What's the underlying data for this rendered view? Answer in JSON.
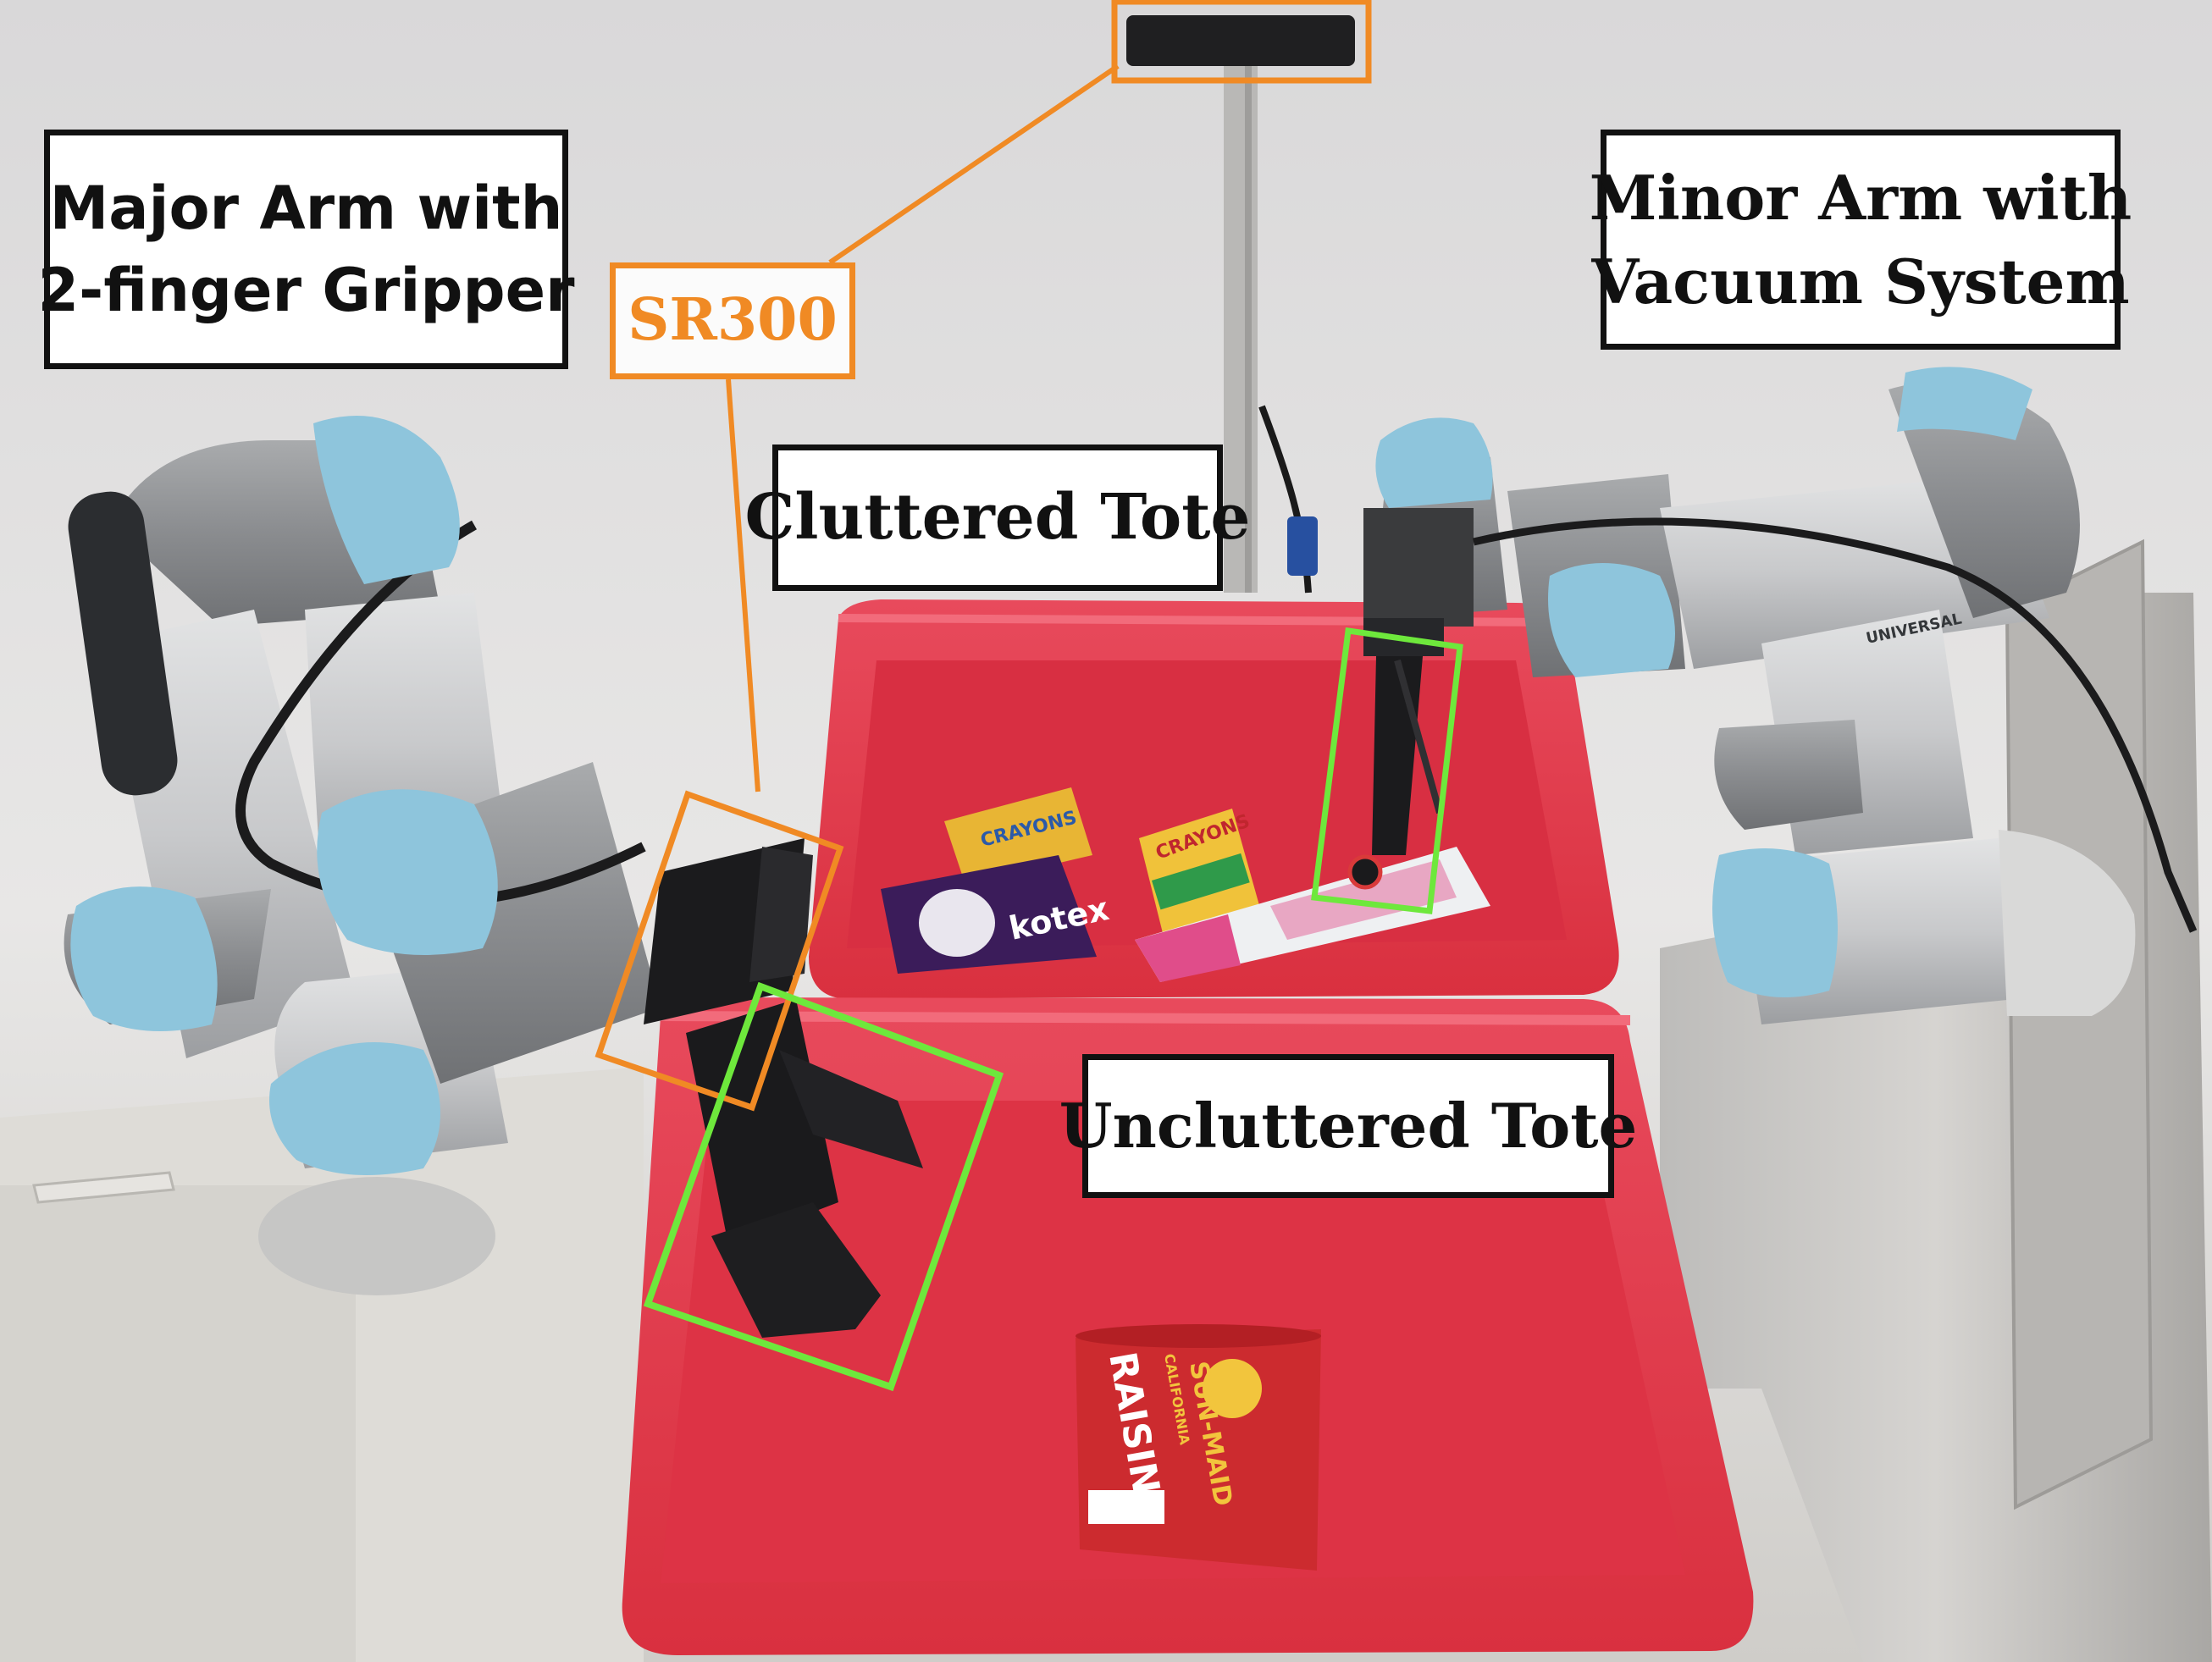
{
  "labels": {
    "major_arm": [
      "Major Arm with",
      "2-finger Gripper"
    ],
    "minor_arm": [
      "Minor Arm with",
      "Vacuum System"
    ],
    "sr300": "SR300",
    "cluttered_tote": "Cluttered Tote",
    "uncluttered_tote": "Uncluttered Tote"
  },
  "product_text": {
    "pads": "kotex",
    "crayons_front": "CRAYONS",
    "crayons_back": "CRAYONS",
    "raisins_brand": "SUN-MAID",
    "raisins_name": "RAISINS",
    "raisins_sub": "CALIFORNIA",
    "arm_brand": "UNIVERSAL"
  },
  "colors": {
    "annotation_orange": "#f08a24",
    "annotation_green": "#6ee83c",
    "label_border": "#111111",
    "tote_red": "#e23a4e",
    "arm_blue": "#8ec5dc",
    "arm_gray": "#8d8f92"
  }
}
